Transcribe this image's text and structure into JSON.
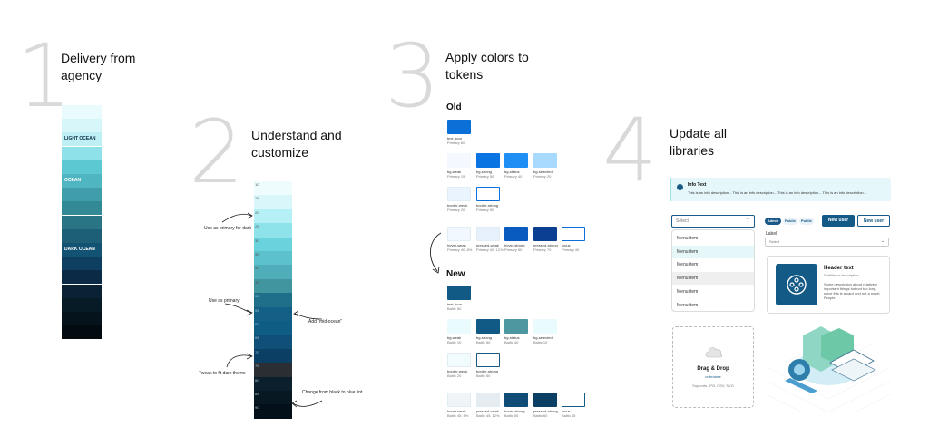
{
  "steps": [
    {
      "number": "1",
      "title": "Delivery from agency"
    },
    {
      "number": "2",
      "title": "Understand and customize"
    },
    {
      "number": "3",
      "title": "Apply colors to tokens"
    },
    {
      "number": "4",
      "title": "Update all libraries"
    }
  ],
  "agency_palette": {
    "labels": {
      "light": "LIGHT OCEAN",
      "ocean": "OCEAN",
      "dark": "DARK OCEAN"
    },
    "colors": [
      "#eafbfd",
      "#d7f6fa",
      "#bdeff5",
      "#8ee0e9",
      "#5cc8d2",
      "#4fb5c0",
      "#3f9ea9",
      "#338a96",
      "#2a7585",
      "#1d5f77",
      "#125273",
      "#0e3f60",
      "#0a2a45",
      "#0a2233",
      "#061b26",
      "#05141c",
      "#030b10"
    ]
  },
  "customized_scale": {
    "steps": [
      "10",
      "15",
      "20",
      "25",
      "30",
      "35",
      "40",
      "45",
      "50",
      "55",
      "60",
      "65",
      "70",
      "75",
      "80",
      "85",
      "90"
    ],
    "colors": [
      "#effcfe",
      "#d9f7fb",
      "#b5f0f6",
      "#8ee3eb",
      "#69d2dd",
      "#5cc1cc",
      "#4faeba",
      "#41959f",
      "#1f6f8b",
      "#135f86",
      "#0f5c84",
      "#0f4f78",
      "#0b3f63",
      "#2b2f33",
      "#0b1f2d",
      "#071822",
      "#03101a"
    ],
    "annotations": {
      "primary_dark": "Use as primary for dark",
      "primary": "Use as primary",
      "mid_ocean": "Add \"mid-ocean\"",
      "dark_theme": "Tweak to fit dark theme",
      "blue_tint": "Change from black to blue tint"
    }
  },
  "tokens": {
    "old_label": "Old",
    "new_label": "New",
    "old": [
      {
        "name": "text, icon",
        "sub": "Primary 60",
        "color": "#0a6fd6"
      },
      {
        "name": "bg-weak",
        "sub": "Primary 15",
        "color": "#f3f9ff"
      },
      {
        "name": "bg-strong",
        "sub": "Primary 50",
        "color": "#0a74e3"
      },
      {
        "name": "bg-status",
        "sub": "Primary 40",
        "color": "#1f8ef5"
      },
      {
        "name": "bg-selected",
        "sub": "Primary 20",
        "color": "#a8d9ff"
      },
      {
        "name": "border-weak",
        "sub": "Primary 20",
        "color": "#e9f4ff"
      },
      {
        "name": "border-strong",
        "sub": "Primary 50",
        "color": "#ffffff"
      },
      {
        "name": "hover-weak",
        "sub": "Primary 40, 8%",
        "color": "#f1f8ff"
      },
      {
        "name": "pressed-weak",
        "sub": "Primary 40, 12%",
        "color": "#e6f1fd"
      },
      {
        "name": "hover-strong",
        "sub": "Primary 60",
        "color": "#0a5bc0"
      },
      {
        "name": "pressed-strong",
        "sub": "Primary 70",
        "color": "#0a3f92"
      },
      {
        "name": "focus",
        "sub": "Primary 40",
        "color": "#ffffff"
      }
    ],
    "new": [
      {
        "name": "text, icon",
        "sub": "Baltic 50",
        "color": "#125a86"
      },
      {
        "name": "bg-weak",
        "sub": "Baltic 10",
        "color": "#eafbfd"
      },
      {
        "name": "bg-strong",
        "sub": "Baltic 50",
        "color": "#125a86"
      },
      {
        "name": "bg-status",
        "sub": "Baltic 40",
        "color": "#4f97a0"
      },
      {
        "name": "bg-selected",
        "sub": "Baltic 10",
        "color": "#eafbfd"
      },
      {
        "name": "border-weak",
        "sub": "Baltic 20",
        "color": "#f2fbfd"
      },
      {
        "name": "border-strong",
        "sub": "Baltic 50",
        "color": "#ffffff"
      },
      {
        "name": "hover-weak",
        "sub": "Baltic 45, 8%",
        "color": "#eef4f7"
      },
      {
        "name": "pressed-weak",
        "sub": "Baltic 45, 12%",
        "color": "#e5edf2"
      },
      {
        "name": "hover-strong",
        "sub": "Baltic 55",
        "color": "#0f4d77"
      },
      {
        "name": "pressed-strong",
        "sub": "Baltic 60",
        "color": "#0b3f63"
      },
      {
        "name": "focus",
        "sub": "Baltic 45",
        "color": "#ffffff"
      }
    ]
  },
  "library": {
    "info_title": "Info Text",
    "info_desc": "This is an info description... This is an info description... This is an info description... This is an info description...",
    "select_placeholder": "Select",
    "menu_items": [
      "Menu item",
      "Menu item",
      "Menu item",
      "Menu item",
      "Menu item",
      "Menu item"
    ],
    "tags": [
      "Admin",
      "Public",
      "Public"
    ],
    "new_user_primary": "New user",
    "new_user_secondary": "New user",
    "field_label": "Label",
    "field_placeholder": "Select",
    "card_title": "Header text",
    "card_subtitle": "Subtitle or description",
    "card_body": "Some description about relatively important things but not too long, since this is a card and not a novel. People.",
    "drop_title": "Drag & Drop",
    "drop_or": "or browse",
    "drop_formats": "Supports JPG, CSV, SVG"
  }
}
